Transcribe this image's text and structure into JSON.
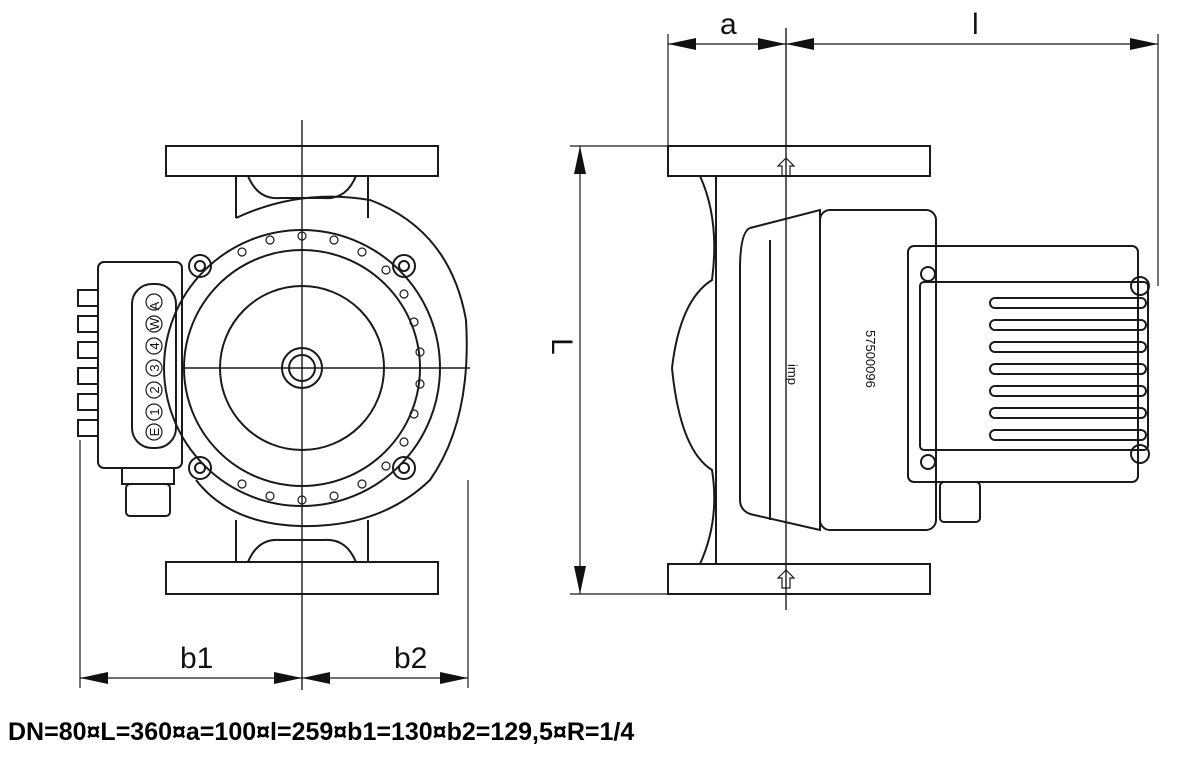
{
  "dimension_labels": {
    "a": "a",
    "l": "l",
    "L": "L",
    "b1": "b1",
    "b2": "b2"
  },
  "markings": {
    "serial_number": "57500096",
    "brand_mark": "imp",
    "control_panel_glyphs": [
      "A",
      "W",
      "4",
      "3",
      "2",
      "1",
      "E"
    ]
  },
  "spec_line": "DN=80¤L=360¤a=100¤l=259¤b1=130¤b2=129,5¤R=1/4"
}
